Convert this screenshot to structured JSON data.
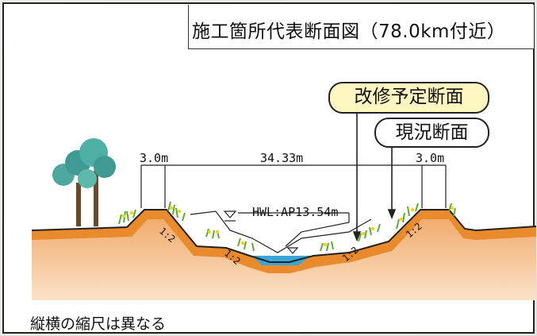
{
  "title": "施工箇所代表断面図（78.0km付近）",
  "labels": {
    "planned_section": "改修予定断面",
    "current_section": "現況断面"
  },
  "dimensions": {
    "left_bank_width": "3.0m",
    "channel_width": "34.33m",
    "right_bank_width": "3.0m"
  },
  "hwl": "HWL:AP13.54m",
  "slopes": [
    "1:2",
    "1:2",
    "1:2",
    "1:2"
  ],
  "note": "縦横の縮尺は異なる",
  "colors": {
    "soil_orange": "#e98a2c",
    "soil_light": "#f5c99a",
    "water_blue": "#3aa6d8",
    "planned_fill": "#fff6c2",
    "grass_green": "#5fa83a",
    "grass_yellow": "#f3d21e"
  }
}
